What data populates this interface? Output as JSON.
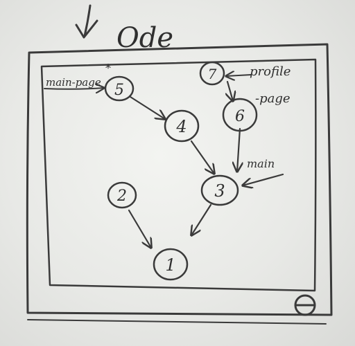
{
  "title": "Ode",
  "nodes": [
    {
      "id": "n5",
      "label": "5",
      "star": "*"
    },
    {
      "id": "n4",
      "label": "4"
    },
    {
      "id": "n7",
      "label": "7"
    },
    {
      "id": "n6",
      "label": "6"
    },
    {
      "id": "n3",
      "label": "3"
    },
    {
      "id": "n2",
      "label": "2"
    },
    {
      "id": "n1",
      "label": "1"
    }
  ],
  "pointers": {
    "main_page": "main-page",
    "profile_line1": "profile",
    "profile_line2": "-page",
    "main": "main"
  },
  "edges": [
    {
      "from": "5",
      "to": "4"
    },
    {
      "from": "4",
      "to": "3"
    },
    {
      "from": "7",
      "to": "6"
    },
    {
      "from": "6",
      "to": "3"
    },
    {
      "from": "3",
      "to": "1"
    },
    {
      "from": "2",
      "to": "1"
    }
  ]
}
